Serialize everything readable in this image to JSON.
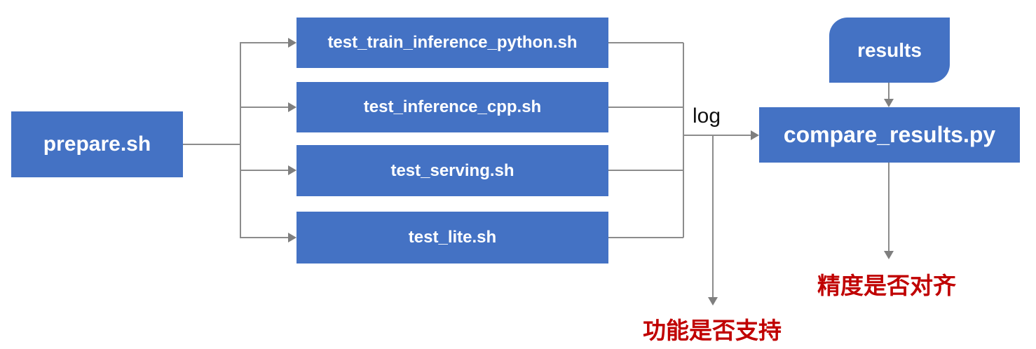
{
  "diagram": {
    "prepare": {
      "label": "prepare.sh"
    },
    "tests": [
      {
        "label": "test_train_inference_python.sh"
      },
      {
        "label": "test_inference_cpp.sh"
      },
      {
        "label": "test_serving.sh"
      },
      {
        "label": "test_lite.sh"
      }
    ],
    "results": {
      "label": "results"
    },
    "compare": {
      "label": "compare_results.py"
    },
    "log_label": "log",
    "outcome_function": "功能是否支持",
    "outcome_precision": "精度是否对齐",
    "colors": {
      "node_fill": "#4472C4",
      "node_text": "#FFFFFF",
      "connector": "#8C8C8C",
      "arrowhead": "#7F7F7F",
      "outcome_text": "#C00000",
      "log_text": "#111111",
      "background": "#FFFFFF"
    }
  }
}
